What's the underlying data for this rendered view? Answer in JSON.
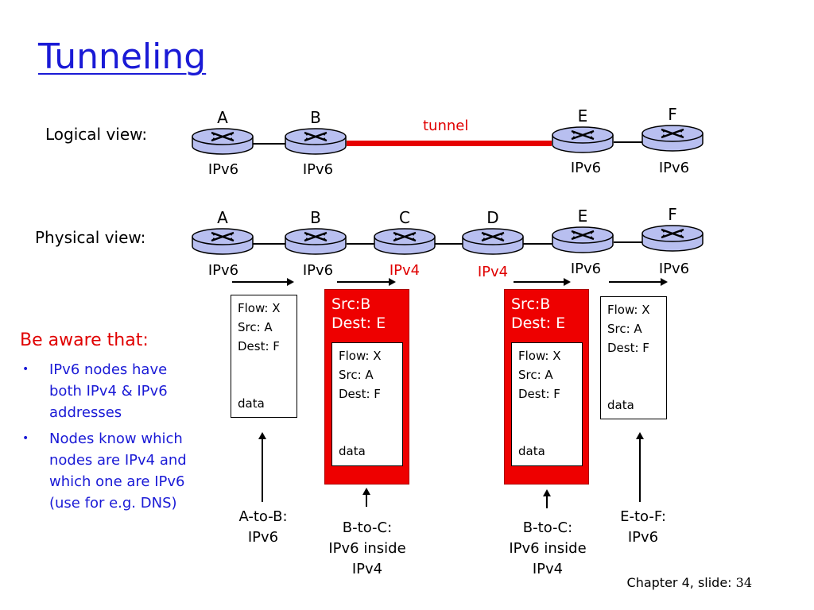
{
  "title": "Tunneling",
  "logical": {
    "label": "Logical view:",
    "nodes": [
      {
        "letter": "A",
        "proto": "IPv6"
      },
      {
        "letter": "B",
        "proto": "IPv6"
      },
      {
        "letter": "E",
        "proto": "IPv6"
      },
      {
        "letter": "F",
        "proto": "IPv6"
      }
    ],
    "tunnel_label": "tunnel"
  },
  "physical": {
    "label": "Physical view:",
    "nodes": [
      {
        "letter": "A",
        "proto": "IPv6"
      },
      {
        "letter": "B",
        "proto": "IPv6"
      },
      {
        "letter": "C",
        "proto": "IPv4"
      },
      {
        "letter": "D",
        "proto": "IPv4"
      },
      {
        "letter": "E",
        "proto": "IPv6"
      },
      {
        "letter": "F",
        "proto": "IPv6"
      }
    ]
  },
  "packets": {
    "plain": {
      "flow": "Flow: X",
      "src": "Src: A",
      "dest": "Dest: F",
      "data": "data"
    },
    "outer": {
      "src": "Src:B",
      "dest": "Dest: E"
    }
  },
  "captions": {
    "a_to_b": [
      "A-to-B:",
      "IPv6"
    ],
    "b_to_c": [
      "B-to-C:",
      "IPv6 inside",
      "IPv4"
    ],
    "e_to_f": [
      "E-to-F:",
      "IPv6"
    ]
  },
  "aware": {
    "title": "Be aware that:",
    "bullets": [
      "IPv6 nodes have both IPv4 & IPv6 addresses",
      "Nodes know which nodes are IPv4 and which one are IPv6 (use for e.g. DNS)"
    ]
  },
  "footer": {
    "text": "Chapter 4, slide: ",
    "number": "34"
  },
  "colors": {
    "title": "#1a1ad6",
    "accent_red": "#e00000",
    "router_fill": "#b8bff0"
  }
}
